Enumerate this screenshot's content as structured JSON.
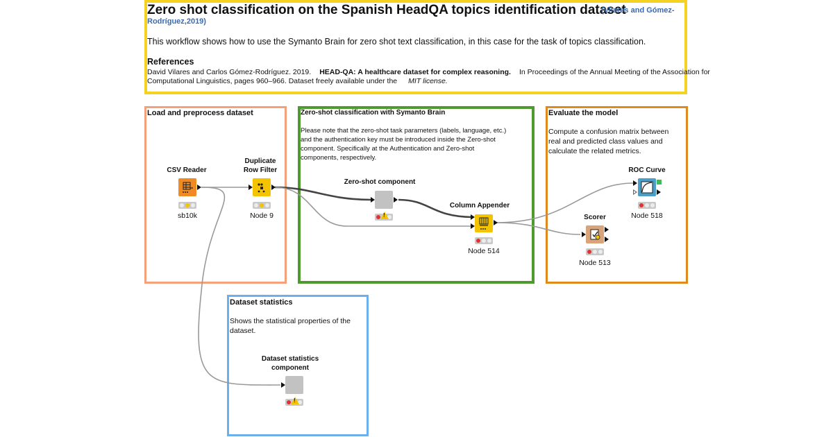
{
  "header": {
    "title": "Zero shot classification on the Spanish HeadQA topics identification dataset",
    "citation_line1": "(Vilares and Gómez-",
    "citation_line2": "Rodríguez,2019)",
    "description": "This workflow shows how to use the Symanto Brain for zero shot text classification, in this case for the task of topics classification.",
    "references_heading": "References",
    "ref_part1": "David Vilares and Carlos Gómez-Rodríguez. 2019.",
    "ref_part2": "HEAD-QA: A healthcare dataset for complex reasoning.",
    "ref_part3": "In Proceedings of the Annual Meeting of the Association for",
    "ref_line2": "Computational Linguistics, pages 960–966. Dataset freely available under the",
    "ref_license": "MIT license."
  },
  "boxes": {
    "load": {
      "title": "Load and preprocess dataset",
      "color": "#f4a07a"
    },
    "zero": {
      "title": "Zero-shot classification with Symanto Brain",
      "text": "Please note that the zero-shot task parameters (labels, language, etc.)\nand the authentication key must be introduced inside the Zero-shot\ncomponent. Specifically at the Authentication and Zero-shot\ncomponents, respectively.",
      "color": "#4e9a2c"
    },
    "eval": {
      "title": "Evaluate the model",
      "text": "Compute a confusion matrix between\nreal and predicted class values and\ncalculate the related metrics.",
      "color": "#e08a1e"
    },
    "stats": {
      "title": "Dataset statistics",
      "text": "Shows the statistical properties of the\ndataset.",
      "color": "#6ab0ec"
    }
  },
  "nodes": {
    "csv_reader": {
      "label": "CSV Reader",
      "id_label": "sb10k",
      "color": "#f08a24",
      "icon": "table-icon"
    },
    "duplicate_filter": {
      "label": "Duplicate\nRow Filter",
      "id_label": "Node 9",
      "color": "#f5c400",
      "icon": "filter-icon"
    },
    "zero_shot": {
      "label": "Zero-shot component",
      "id_label": "",
      "color": "#c2c2c2",
      "icon": "component-icon"
    },
    "column_appender": {
      "label": "Column Appender",
      "id_label": "Node 514",
      "color": "#f5c400",
      "icon": "append-icon"
    },
    "roc_curve": {
      "label": "ROC Curve",
      "id_label": "Node 518",
      "color": "#4a9fc8",
      "icon": "curve-icon"
    },
    "scorer": {
      "label": "Scorer",
      "id_label": "Node 513",
      "color": "#d9a47a",
      "icon": "scorer-icon"
    },
    "dataset_stats": {
      "label": "Dataset statistics\ncomponent",
      "id_label": "",
      "color": "#c2c2c2",
      "icon": "component-icon"
    }
  }
}
